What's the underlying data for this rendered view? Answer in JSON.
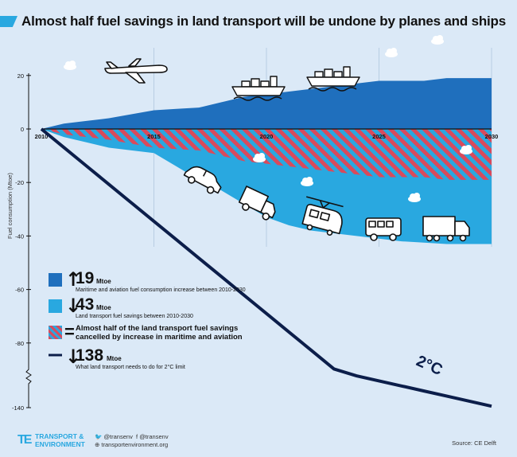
{
  "title": "Almost half fuel savings in land transport will be undone by planes and ships",
  "colors": {
    "background": "#dbe9f7",
    "maritime_aviation": "#1f6fbd",
    "land_savings": "#29a8e0",
    "hatch_red": "#d94a5c",
    "target_line": "#0c1e4a"
  },
  "chart_data": {
    "type": "area",
    "ylabel": "Fuel consumption (Mtoe)",
    "xlabel": "",
    "xlim": [
      2010,
      2030
    ],
    "ylim": [
      -140,
      30
    ],
    "x_ticks": [
      "2010",
      "2015",
      "2020",
      "2025",
      "2030"
    ],
    "y_ticks": [
      "20",
      "0",
      "-20",
      "-40",
      "-60",
      "-80",
      "-140"
    ],
    "x": [
      2010,
      2011,
      2012,
      2013,
      2014,
      2015,
      2016,
      2017,
      2018,
      2019,
      2020,
      2021,
      2022,
      2023,
      2024,
      2025,
      2026,
      2027,
      2028,
      2029,
      2030
    ],
    "series": [
      {
        "name": "Maritime and aviation fuel consumption increase",
        "values": [
          0,
          2,
          3,
          4,
          5.5,
          7,
          7.5,
          8,
          10,
          12,
          13,
          14,
          15,
          16,
          17,
          18,
          18,
          18,
          19,
          19,
          19
        ]
      },
      {
        "name": "Land transport fuel savings",
        "values": [
          0,
          -3,
          -5,
          -7,
          -8,
          -9,
          -14,
          -19,
          -23,
          -28,
          -33,
          -36,
          -38,
          -39,
          -40,
          -41,
          -42,
          -42.5,
          -43,
          -43,
          -43
        ]
      },
      {
        "name": "What land transport needs to do for 2°C limit",
        "values": [
          0,
          -6.9,
          -13.8,
          -20.7,
          -27.6,
          -34.5,
          -41.4,
          -48.3,
          -55.2,
          -62.1,
          -69,
          -75.9,
          -82.8,
          -89.7,
          -96.6,
          -103.5,
          -110.4,
          -117.3,
          -124.2,
          -131.1,
          -138
        ]
      }
    ],
    "line_label": "2°C"
  },
  "legend": [
    {
      "value": "19",
      "unit": "Mtoe",
      "desc": "Maritime and aviation fuel consumption increase between 2010-2030",
      "arrow": "↑",
      "swatch": "#1f6fbd"
    },
    {
      "value": "43",
      "unit": "Mtoe",
      "desc": "Land transport fuel savings between 2010-2030",
      "arrow": "↓",
      "swatch": "#29a8e0"
    },
    {
      "text_line1": "Almost half of the land transport fuel savings",
      "text_line2": "cancelled by increase in maritime and aviation",
      "arrow": "="
    },
    {
      "value": "138",
      "unit": "Mtoe",
      "desc": "What land transport needs to do for 2°C limit",
      "arrow": "↓",
      "swatch": "#0c1e4a"
    }
  ],
  "footer": {
    "logo_mark": "TE",
    "logo_line1": "TRANSPORT &",
    "logo_line2": "ENVIRONMENT",
    "twitter": "@transenv",
    "facebook": "@transenv",
    "website": "transportenvironment.org",
    "source": "Source: CE Delft"
  }
}
